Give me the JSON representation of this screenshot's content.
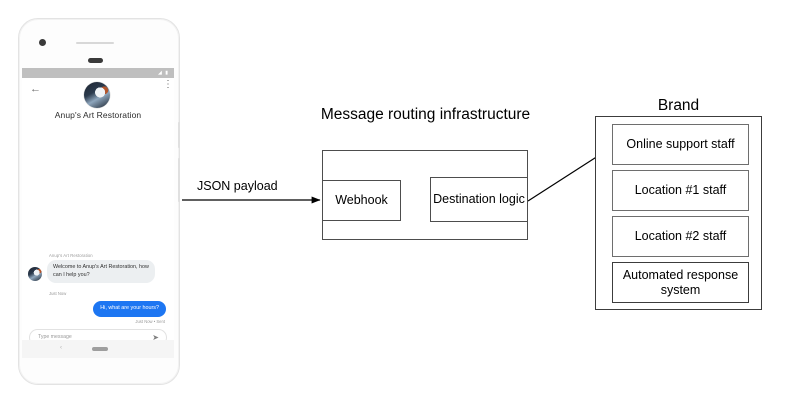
{
  "phone": {
    "statusbar": {
      "signal_glyphs": "◢ ▮"
    },
    "appbar": {
      "back_icon": "←",
      "menu_icon": "⋮",
      "avatar_icon": "business-avatar",
      "business_name": "Anup's Art Restoration"
    },
    "conversation": {
      "incoming": {
        "sender": "Anup's Art Restoration",
        "text": "Welcome to Anup's Art Restoration, how can I help you?",
        "time": "Just Now"
      },
      "outgoing": {
        "text": "Hi, what are your hours?",
        "time": "Just Now • Sent"
      }
    },
    "composer": {
      "placeholder": "Type message",
      "send_icon": "➤"
    },
    "navbar": {
      "back_glyph": "‹",
      "home_pill": "home-pill"
    }
  },
  "diagram": {
    "payload_label": "JSON payload",
    "infrastructure": {
      "title": "Message routing infrastructure",
      "nodes": [
        {
          "id": "webhook",
          "label": "Webhook"
        },
        {
          "id": "destination-logic",
          "label": "Destination logic"
        }
      ]
    },
    "brand": {
      "title": "Brand",
      "items": [
        {
          "label": "Online support staff"
        },
        {
          "label": "Location #1 staff"
        },
        {
          "label": "Location #2 staff"
        },
        {
          "label": "Automated response system"
        }
      ]
    },
    "colors": {
      "stroke": "#4d4d4d",
      "item_stroke": "#6e6e6e",
      "outgoing_bubble": "#1d76f2",
      "incoming_bubble": "#eceff1",
      "statusbar": "#bfbfbf"
    }
  }
}
